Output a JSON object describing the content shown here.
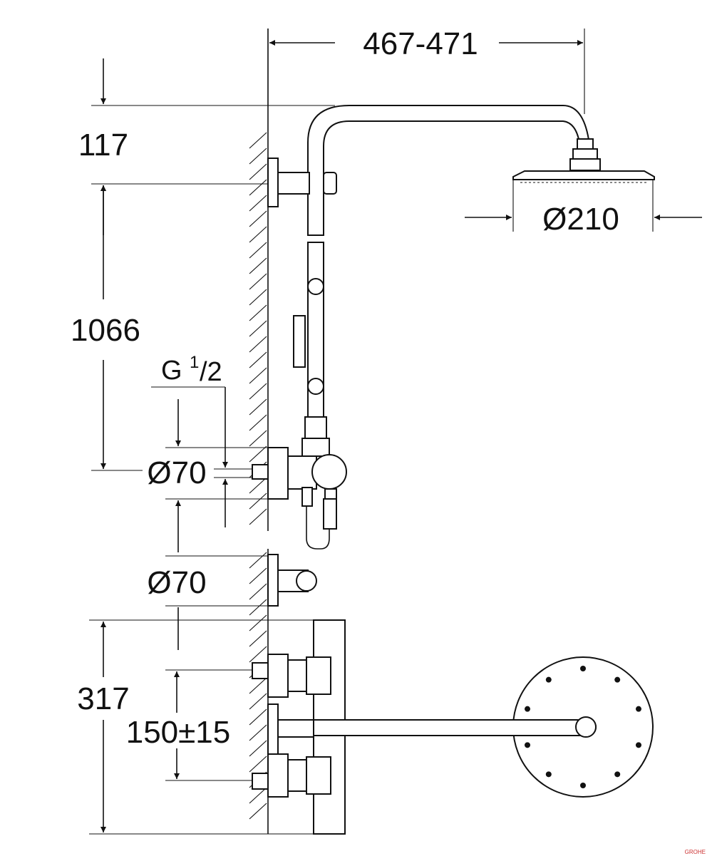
{
  "dimensions": {
    "arm_projection": "467-471",
    "top_offset": "117",
    "head_diameter": "Ø210",
    "riser_height": "1066",
    "thread": "G",
    "thread_sup": "1",
    "thread_sub": "/2",
    "flange_upper": "Ø70",
    "flange_lower": "Ø70",
    "mixer_height": "317",
    "inlet_centres": "150±15"
  },
  "watermark": "GROHE"
}
